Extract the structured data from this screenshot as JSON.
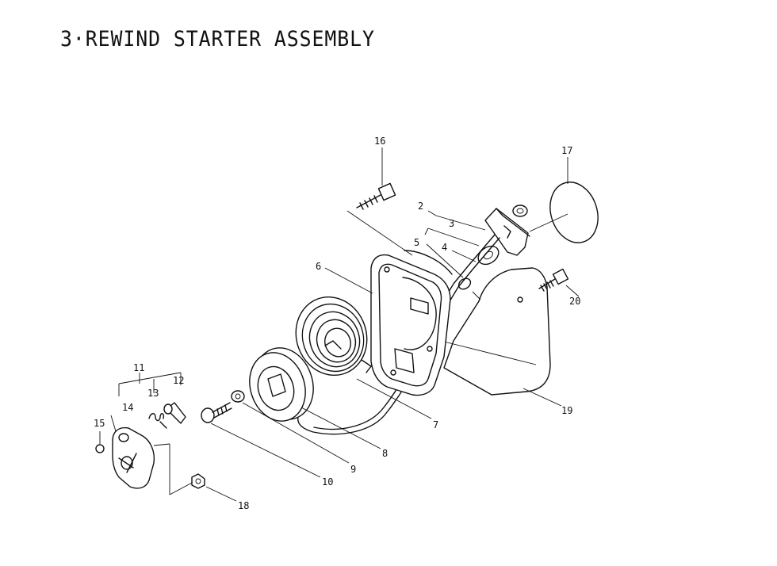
{
  "title": "3·REWIND STARTER ASSEMBLY",
  "callouts": {
    "c2": "2",
    "c3": "3",
    "c4": "4",
    "c5": "5",
    "c6": "6",
    "c7": "7",
    "c8": "8",
    "c9": "9",
    "c10": "10",
    "c11": "11",
    "c12": "12",
    "c13": "13",
    "c14": "14",
    "c15": "15",
    "c16": "16",
    "c17": "17",
    "c18": "18",
    "c19": "19",
    "c20": "20"
  }
}
